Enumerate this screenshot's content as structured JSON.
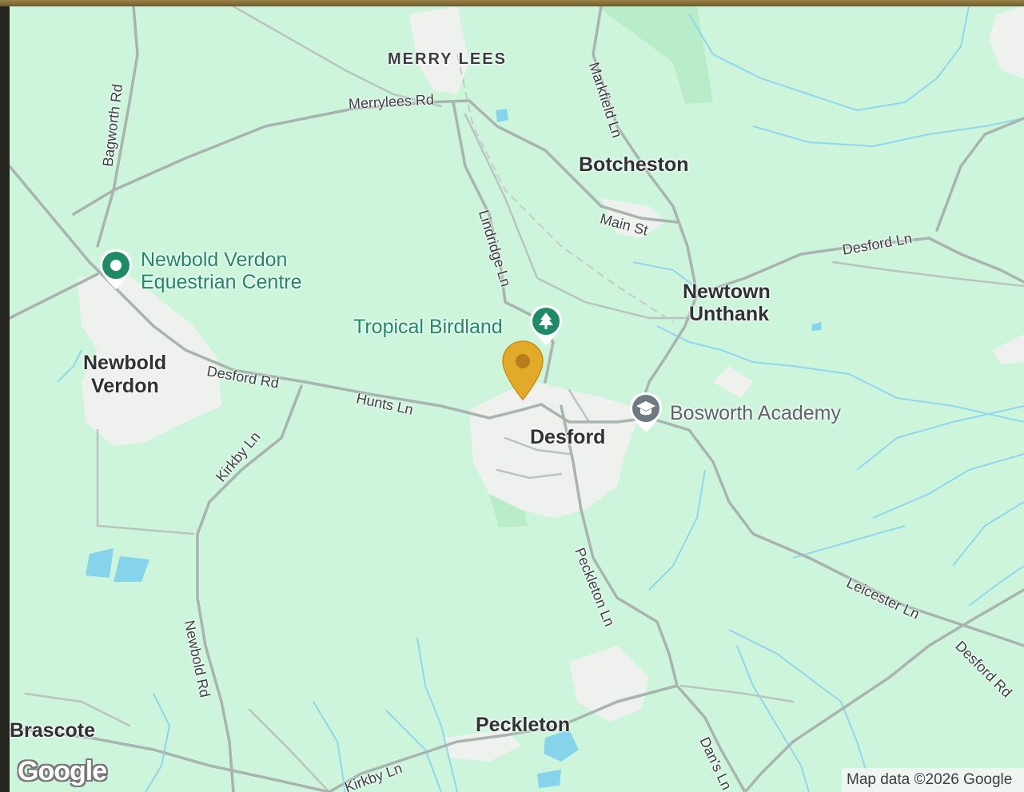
{
  "localities": {
    "merry_lees": "MERRY LEES",
    "botcheston": "Botcheston",
    "newtown_unthank_1": "Newtown",
    "newtown_unthank_2": "Unthank",
    "newbold_verdon_1": "Newbold",
    "newbold_verdon_2": "Verdon",
    "desford": "Desford",
    "peckleton": "Peckleton",
    "brascote": "Brascote"
  },
  "roads": {
    "merrylees_rd": "Merrylees Rd",
    "bagworth_rd": "Bagworth Rd",
    "markfield_ln": "Markfield Ln",
    "main_st": "Main St",
    "lindridge_ln": "Lindridge Ln",
    "desford_ln": "Desford Ln",
    "desford_rd_w": "Desford Rd",
    "hunts_ln": "Hunts Ln",
    "kirkby_ln_n": "Kirkby Ln",
    "newbold_rd": "Newbold Rd",
    "peckleton_ln": "Peckleton Ln",
    "leicester_ln": "Leicester Ln",
    "desford_rd_e": "Desford Rd",
    "dans_ln": "Dan's Ln",
    "kirkby_ln_s": "Kirkby Ln"
  },
  "pois": {
    "equestrian_1": "Newbold Verdon",
    "equestrian_2": "Equestrian Centre",
    "tropical_birdland": "Tropical Birdland",
    "bosworth_academy": "Bosworth Academy"
  },
  "icons": {
    "equestrian": "place-pin-icon",
    "birdland": "tree-pin-icon",
    "academy": "graduation-cap-pin-icon",
    "selected": "location-marker-icon"
  },
  "colors": {
    "land": "#cdf5dc",
    "water": "#87d6ee",
    "road": "#a9b4b0",
    "urban": "#eef0ee",
    "poi_green": "#1e8a66",
    "poi_grey": "#6e7a82",
    "marker": "#e3a928"
  },
  "branding": {
    "logo": "Google",
    "attribution": "Map data ©2026 Google"
  }
}
